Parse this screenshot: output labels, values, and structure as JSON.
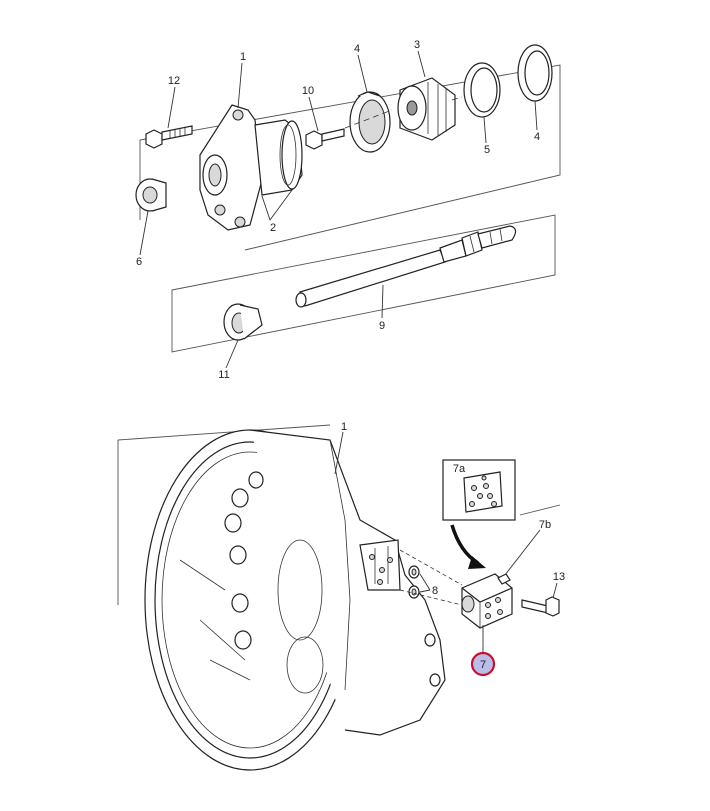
{
  "labels": {
    "l1_top": "1",
    "l12": "12",
    "l10": "10",
    "l4_left": "4",
    "l3": "3",
    "l4_right": "4",
    "l5": "5",
    "l2": "2",
    "l6": "6",
    "l9": "9",
    "l11": "11",
    "l1_bottom": "1",
    "l7a": "7a",
    "l7b": "7b",
    "l13": "13",
    "l8": "8",
    "l7": "7"
  },
  "colors": {
    "highlight_ring": "#c8102e",
    "highlight_fill": "#b9bde8"
  }
}
